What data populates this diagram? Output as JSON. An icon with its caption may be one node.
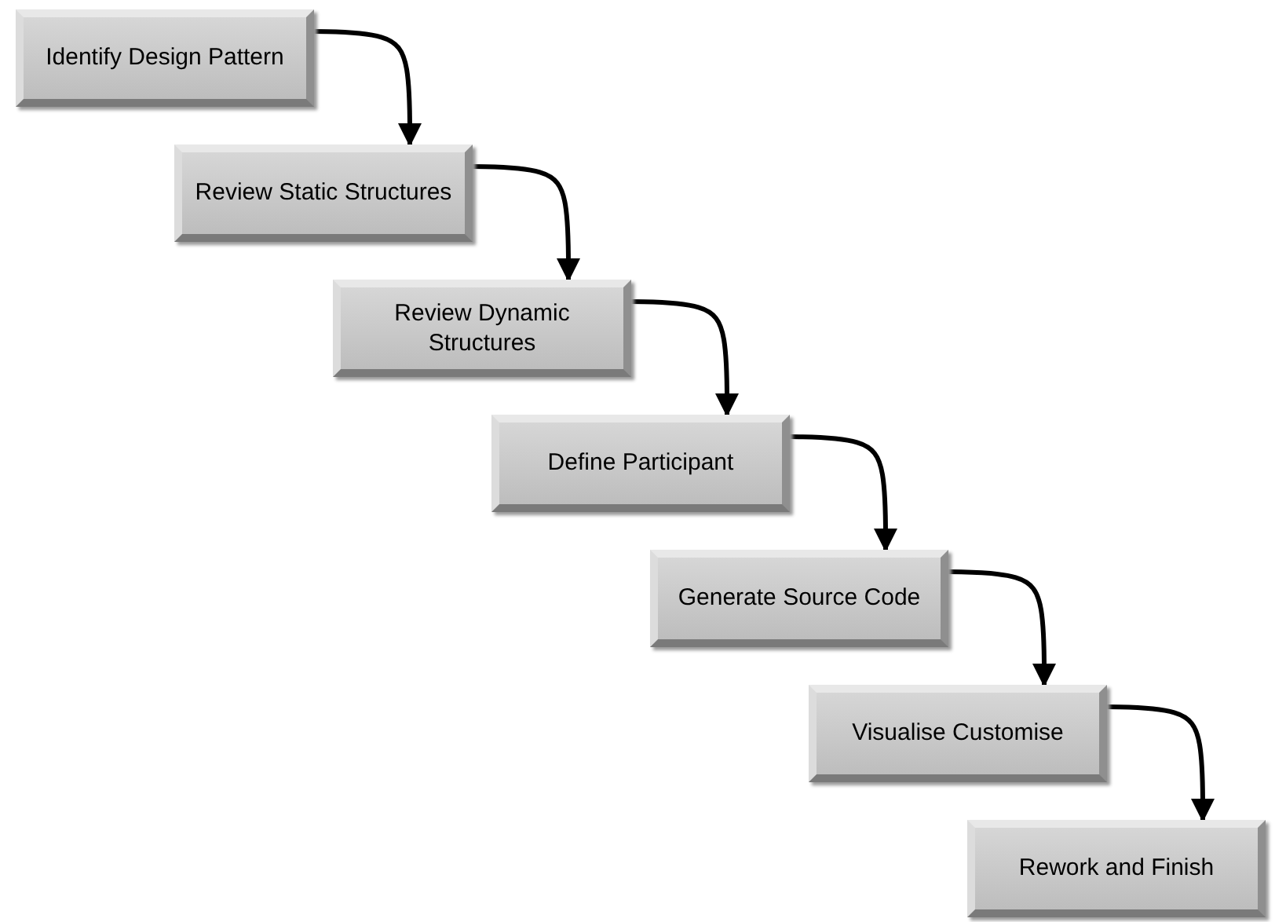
{
  "diagram": {
    "nodes": [
      {
        "text": [
          "Identify Design Pattern"
        ]
      },
      {
        "text": [
          "Review Static Structures"
        ]
      },
      {
        "text": [
          "Review Dynamic Structures"
        ]
      },
      {
        "text": [
          "Define Participant"
        ]
      },
      {
        "text": [
          "Generate Source Code"
        ]
      },
      {
        "text": [
          "Visualise Customise"
        ]
      },
      {
        "text": [
          "Rework and Finish"
        ]
      }
    ],
    "edges": [
      {
        "from": 0,
        "to": 1,
        "arrow": "to"
      },
      {
        "from": 1,
        "to": 2,
        "arrow": "to"
      },
      {
        "from": 2,
        "to": 3,
        "arrow": "to"
      },
      {
        "from": 3,
        "to": 4,
        "arrow": "to"
      },
      {
        "from": 4,
        "to": 5,
        "arrow": "to"
      },
      {
        "from": 5,
        "to": 6,
        "arrow": "to"
      }
    ]
  }
}
